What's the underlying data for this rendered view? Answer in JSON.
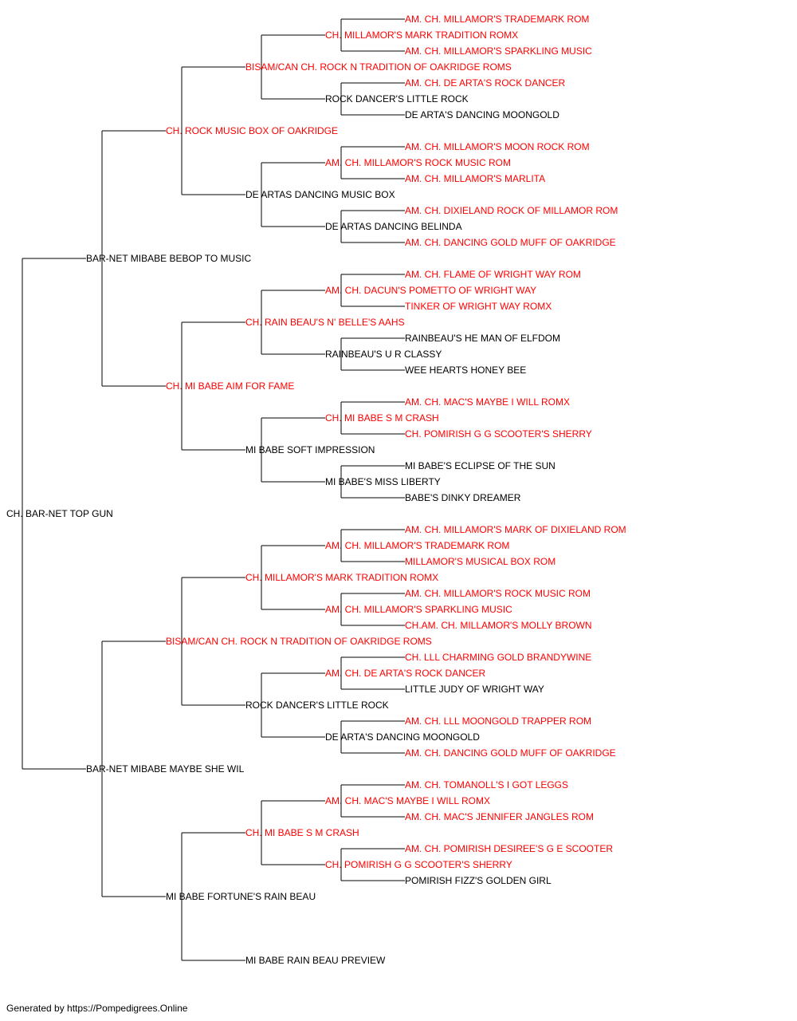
{
  "colors": {
    "champion": "#ff0000",
    "regular": "#000000",
    "line": "#000000"
  },
  "footer": "Generated by https://Pompedigrees.Online",
  "tree": {
    "name": "CH. BAR-NET TOP GUN",
    "champion": false,
    "sire": {
      "name": "BAR-NET MIBABE BEBOP TO MUSIC",
      "champion": false,
      "sire": {
        "name": "CH. ROCK MUSIC BOX OF OAKRIDGE",
        "champion": true,
        "sire": {
          "name": "BISAM/CAN CH. ROCK N TRADITION OF OAKRIDGE ROMS",
          "champion": true,
          "sire": {
            "name": "CH. MILLAMOR'S MARK TRADITION ROMX",
            "champion": true,
            "sire": {
              "name": "AM. CH. MILLAMOR'S TRADEMARK ROM",
              "champion": true
            },
            "dam": {
              "name": "AM. CH. MILLAMOR'S SPARKLING MUSIC",
              "champion": true
            }
          },
          "dam": {
            "name": "ROCK DANCER'S LITTLE ROCK",
            "champion": false,
            "sire": {
              "name": "AM. CH. DE ARTA'S ROCK DANCER",
              "champion": true
            },
            "dam": {
              "name": "DE ARTA'S DANCING MOONGOLD",
              "champion": false
            }
          }
        },
        "dam": {
          "name": "DE ARTAS DANCING MUSIC BOX",
          "champion": false,
          "sire": {
            "name": "AM. CH. MILLAMOR'S ROCK MUSIC ROM",
            "champion": true,
            "sire": {
              "name": "AM. CH. MILLAMOR'S MOON ROCK ROM",
              "champion": true
            },
            "dam": {
              "name": "AM. CH. MILLAMOR'S MARLITA",
              "champion": true
            }
          },
          "dam": {
            "name": "DE ARTAS DANCING BELINDA",
            "champion": false,
            "sire": {
              "name": "AM. CH. DIXIELAND ROCK OF MILLAMOR ROM",
              "champion": true
            },
            "dam": {
              "name": "AM. CH. DANCING GOLD MUFF OF OAKRIDGE",
              "champion": true
            }
          }
        }
      },
      "dam": {
        "name": "CH. MI BABE AIM FOR FAME",
        "champion": true,
        "sire": {
          "name": "CH. RAIN BEAU'S N' BELLE'S AAHS",
          "champion": true,
          "sire": {
            "name": "AM. CH. DACUN'S POMETTO OF WRIGHT WAY",
            "champion": true,
            "sire": {
              "name": "AM. CH. FLAME OF WRIGHT WAY ROM",
              "champion": true
            },
            "dam": {
              "name": "TINKER OF WRIGHT WAY ROMX",
              "champion": true
            }
          },
          "dam": {
            "name": "RAINBEAU'S U R CLASSY",
            "champion": false,
            "sire": {
              "name": "RAINBEAU'S HE MAN OF ELFDOM",
              "champion": false
            },
            "dam": {
              "name": "WEE HEARTS HONEY BEE",
              "champion": false
            }
          }
        },
        "dam": {
          "name": "MI BABE SOFT IMPRESSION",
          "champion": false,
          "sire": {
            "name": "CH. MI BABE S M CRASH",
            "champion": true,
            "sire": {
              "name": "AM. CH. MAC'S MAYBE I WILL ROMX",
              "champion": true
            },
            "dam": {
              "name": "CH. POMIRISH G G SCOOTER'S SHERRY",
              "champion": true
            }
          },
          "dam": {
            "name": "MI BABE'S MISS LIBERTY",
            "champion": false,
            "sire": {
              "name": "MI BABE'S ECLIPSE OF THE SUN",
              "champion": false
            },
            "dam": {
              "name": "BABE'S DINKY DREAMER",
              "champion": false
            }
          }
        }
      }
    },
    "dam": {
      "name": "BAR-NET MIBABE MAYBE SHE WIL",
      "champion": false,
      "sire": {
        "name": "BISAM/CAN CH. ROCK N TRADITION OF OAKRIDGE ROMS",
        "champion": true,
        "sire": {
          "name": "CH. MILLAMOR'S MARK TRADITION ROMX",
          "champion": true,
          "sire": {
            "name": "AM. CH. MILLAMOR'S TRADEMARK ROM",
            "champion": true,
            "sire": {
              "name": "AM. CH. MILLAMOR'S MARK OF DIXIELAND ROM",
              "champion": true
            },
            "dam": {
              "name": "MILLAMOR'S MUSICAL BOX ROM",
              "champion": true
            }
          },
          "dam": {
            "name": "AM. CH. MILLAMOR'S SPARKLING MUSIC",
            "champion": true,
            "sire": {
              "name": "AM. CH. MILLAMOR'S ROCK MUSIC ROM",
              "champion": true
            },
            "dam": {
              "name": "CH.AM. CH. MILLAMOR'S MOLLY BROWN",
              "champion": true
            }
          }
        },
        "dam": {
          "name": "ROCK DANCER'S LITTLE ROCK",
          "champion": false,
          "sire": {
            "name": "AM. CH. DE ARTA'S ROCK DANCER",
            "champion": true,
            "sire": {
              "name": "CH. LLL CHARMING GOLD BRANDYWINE",
              "champion": true
            },
            "dam": {
              "name": "LITTLE JUDY OF WRIGHT WAY",
              "champion": false
            }
          },
          "dam": {
            "name": "DE ARTA'S DANCING MOONGOLD",
            "champion": false,
            "sire": {
              "name": "AM. CH. LLL MOONGOLD TRAPPER ROM",
              "champion": true
            },
            "dam": {
              "name": "AM. CH. DANCING GOLD MUFF OF OAKRIDGE",
              "champion": true
            }
          }
        }
      },
      "dam": {
        "name": "MI BABE FORTUNE'S RAIN BEAU",
        "champion": false,
        "sire": {
          "name": "CH. MI BABE S M CRASH",
          "champion": true,
          "sire": {
            "name": "AM. CH. MAC'S MAYBE I WILL ROMX",
            "champion": true,
            "sire": {
              "name": "AM. CH. TOMANOLL'S I GOT LEGGS",
              "champion": true
            },
            "dam": {
              "name": "AM. CH. MAC'S JENNIFER JANGLES ROM",
              "champion": true
            }
          },
          "dam": {
            "name": "CH. POMIRISH G G SCOOTER'S SHERRY",
            "champion": true,
            "sire": {
              "name": "AM. CH. POMIRISH DESIREE'S G E SCOOTER",
              "champion": true
            },
            "dam": {
              "name": "POMIRISH FIZZ'S GOLDEN GIRL",
              "champion": false
            }
          }
        },
        "dam": {
          "name": "MI BABE RAIN BEAU PREVIEW",
          "champion": false
        }
      }
    }
  }
}
